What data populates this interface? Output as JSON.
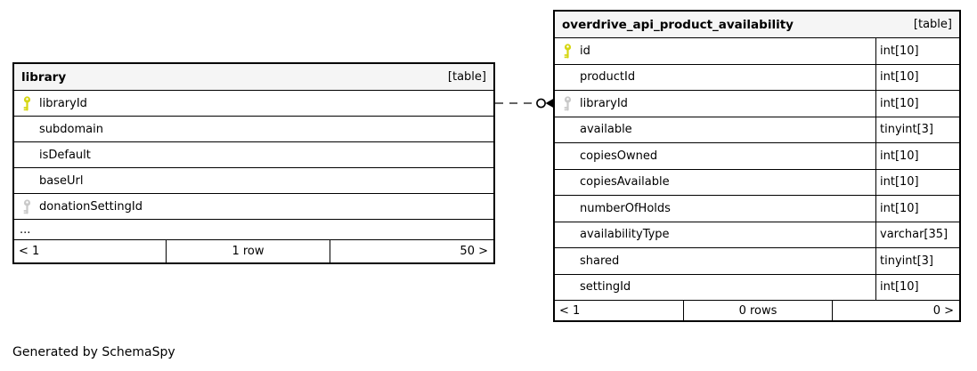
{
  "diagram": {
    "generated_by": "Generated by SchemaSpy",
    "tables": [
      {
        "name": "library",
        "type_label": "[table]",
        "columns": [
          {
            "name": "libraryId",
            "type": "",
            "key": "primary"
          },
          {
            "name": "subdomain",
            "type": "",
            "key": "none"
          },
          {
            "name": "isDefault",
            "type": "",
            "key": "none"
          },
          {
            "name": "baseUrl",
            "type": "",
            "key": "none"
          },
          {
            "name": "donationSettingId",
            "type": "",
            "key": "foreign"
          },
          {
            "name": "...",
            "type": "",
            "key": "ellipsis"
          }
        ],
        "footer": {
          "left": "< 1",
          "center": "1 row",
          "right": "50 >"
        }
      },
      {
        "name": "overdrive_api_product_availability",
        "type_label": "[table]",
        "columns": [
          {
            "name": "id",
            "type": "int[10]",
            "key": "primary"
          },
          {
            "name": "productId",
            "type": "int[10]",
            "key": "none"
          },
          {
            "name": "libraryId",
            "type": "int[10]",
            "key": "foreign"
          },
          {
            "name": "available",
            "type": "tinyint[3]",
            "key": "none"
          },
          {
            "name": "copiesOwned",
            "type": "int[10]",
            "key": "none"
          },
          {
            "name": "copiesAvailable",
            "type": "int[10]",
            "key": "none"
          },
          {
            "name": "numberOfHolds",
            "type": "int[10]",
            "key": "none"
          },
          {
            "name": "availabilityType",
            "type": "varchar[35]",
            "key": "none"
          },
          {
            "name": "shared",
            "type": "tinyint[3]",
            "key": "none"
          },
          {
            "name": "settingId",
            "type": "int[10]",
            "key": "none"
          }
        ],
        "footer": {
          "left": "< 1",
          "center": "0 rows",
          "right": "0 >"
        }
      }
    ],
    "connector": {
      "style": "dashed",
      "endpoint": "open-circle-filled-arrow"
    },
    "colors": {
      "header_bg": "#f5f5f5",
      "border": "#000000",
      "primary_key": "#d6d611",
      "foreign_key": "#c9c9c9",
      "dash": "#333333"
    }
  }
}
